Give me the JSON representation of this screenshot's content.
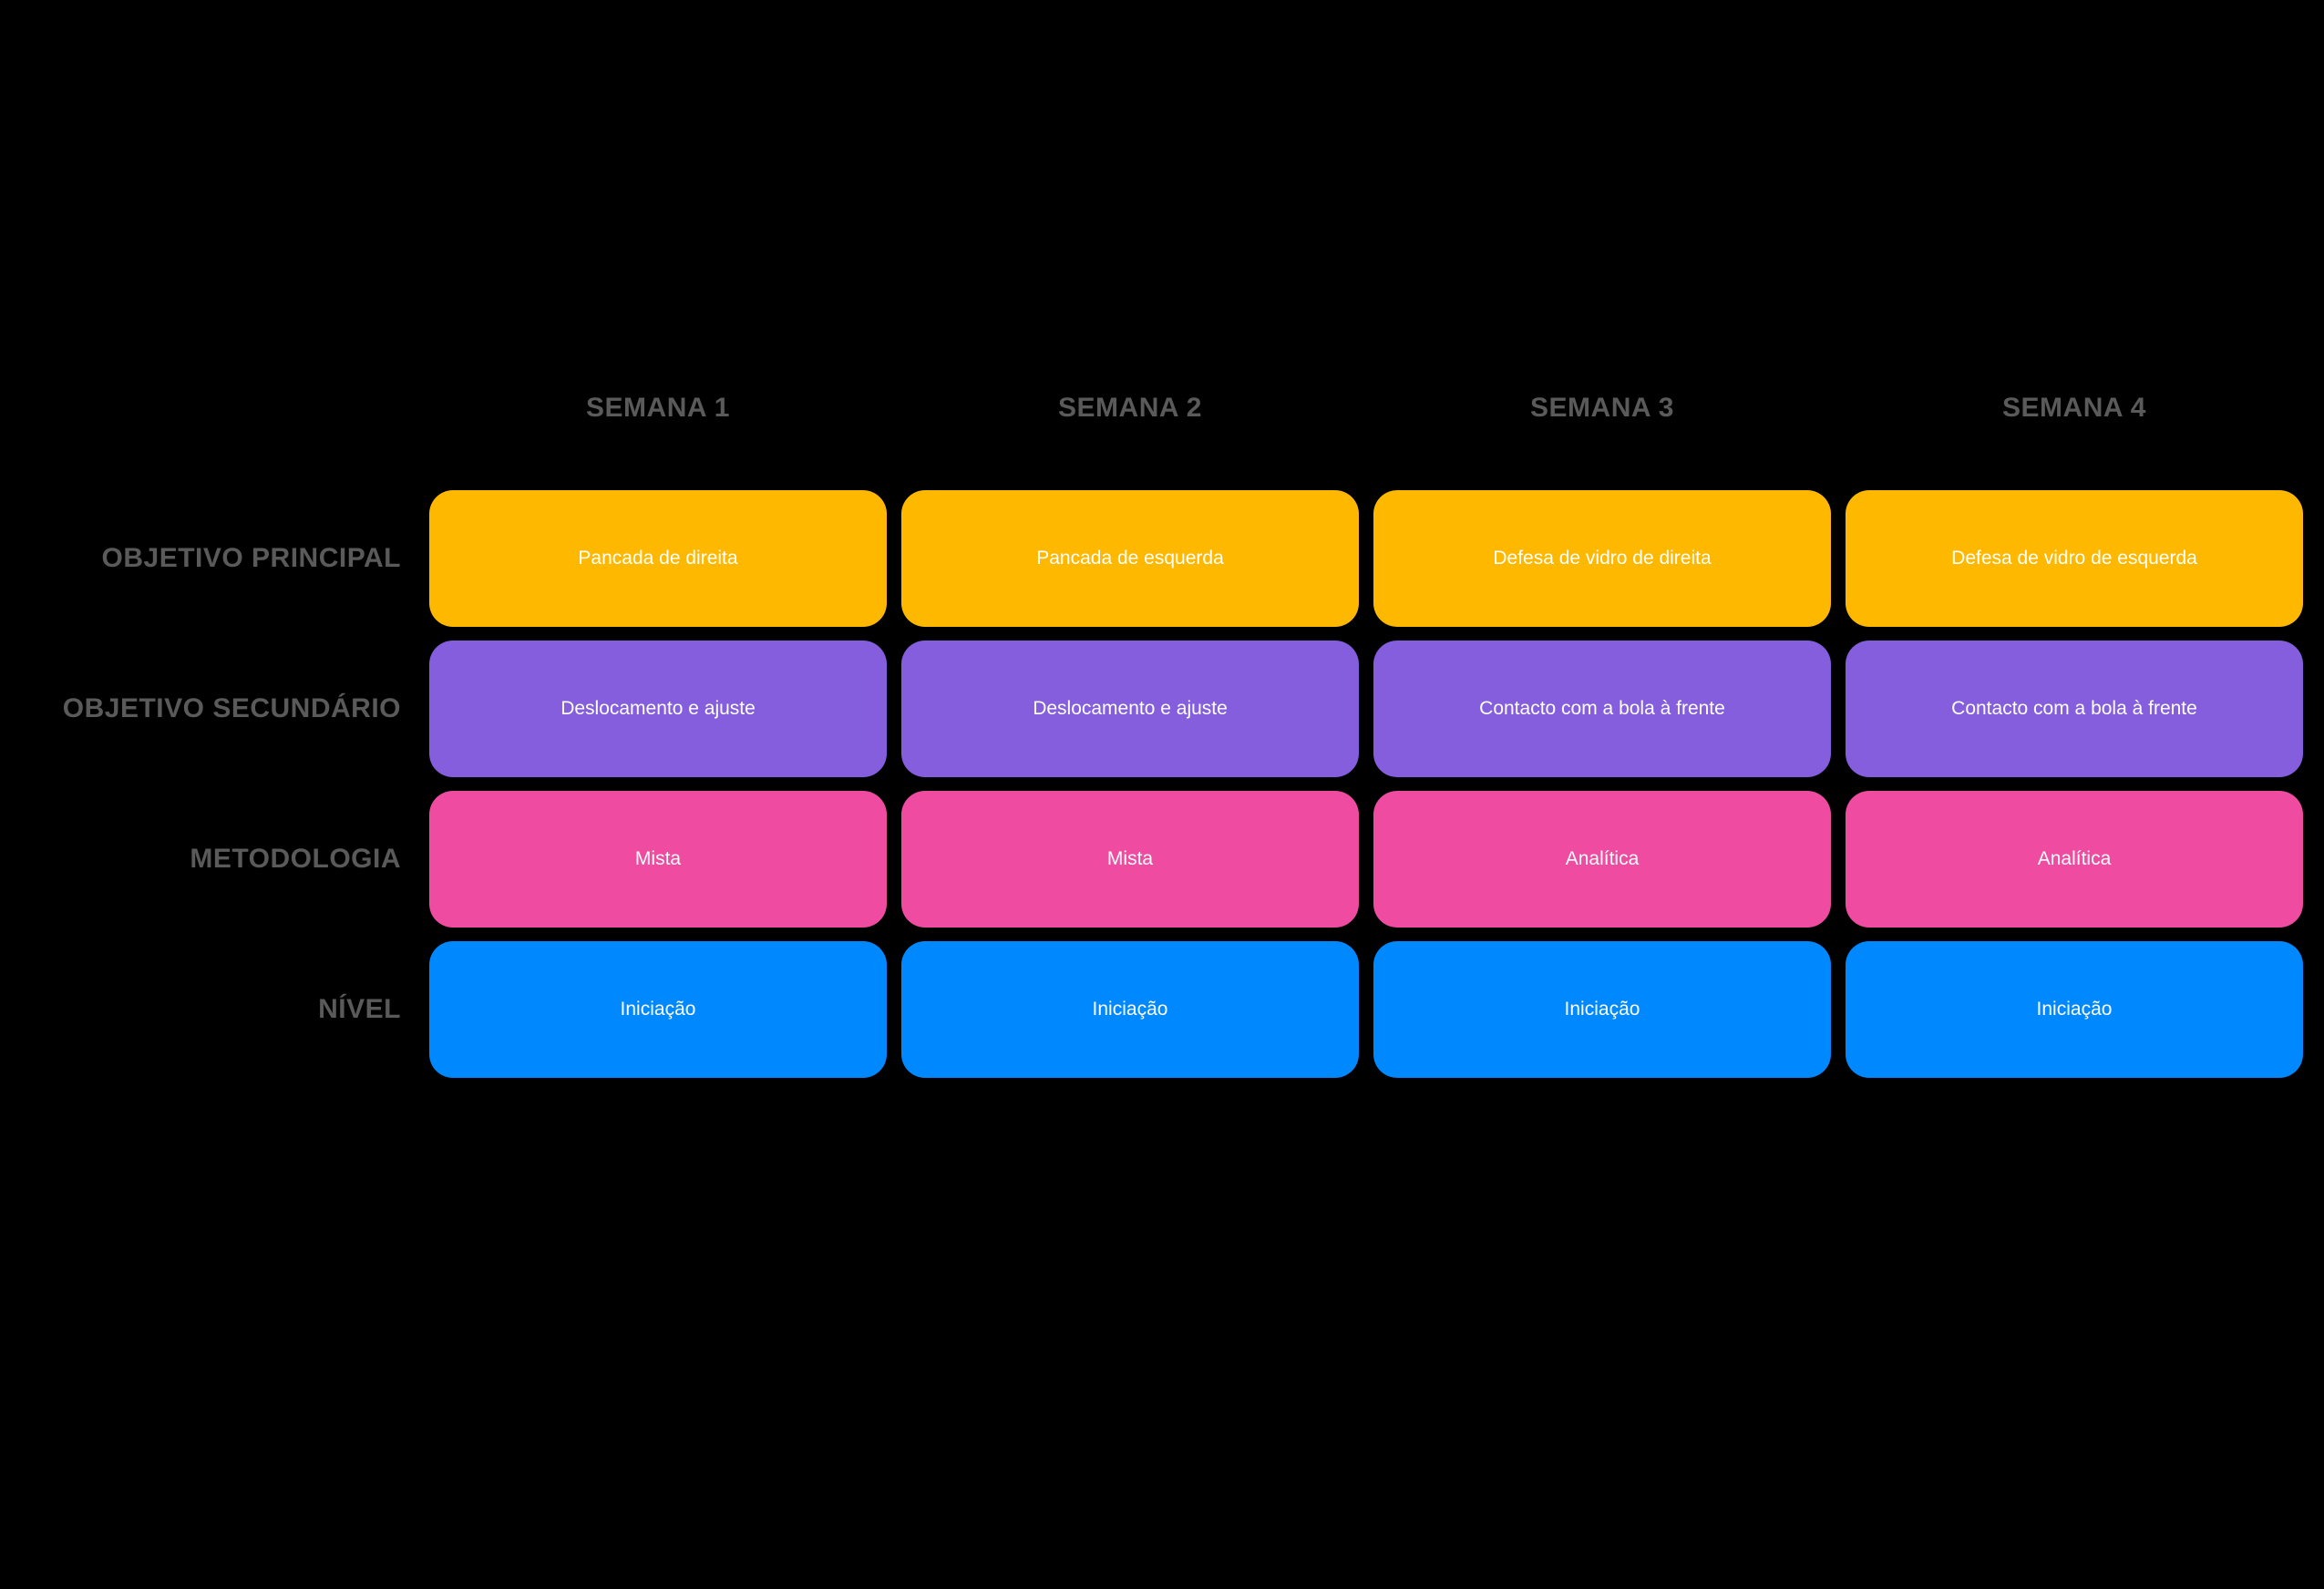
{
  "weeks": [
    "SEMANA 1",
    "SEMANA 2",
    "SEMANA 3",
    "SEMANA 4"
  ],
  "rows": [
    {
      "label": "OBJETIVO PRINCIPAL",
      "color": "#FFB800",
      "cells": [
        "Pancada de direita",
        "Pancada de esquerda",
        "Defesa de vidro de direita",
        "Defesa de vidro de esquerda"
      ]
    },
    {
      "label": "OBJETIVO SECUNDÁRIO",
      "color": "#845EDD",
      "cells": [
        "Deslocamento e ajuste",
        "Deslocamento e ajuste",
        "Contacto com a bola à frente",
        "Contacto com a bola à frente"
      ]
    },
    {
      "label": "METODOLOGIA",
      "color": "#EE4BA1",
      "cells": [
        "Mista",
        "Mista",
        "Analítica",
        "Analítica"
      ]
    },
    {
      "label": "NÍVEL",
      "color": "#0088FF",
      "cells": [
        "Iniciação",
        "Iniciação",
        "Iniciação",
        "Iniciação"
      ]
    }
  ]
}
